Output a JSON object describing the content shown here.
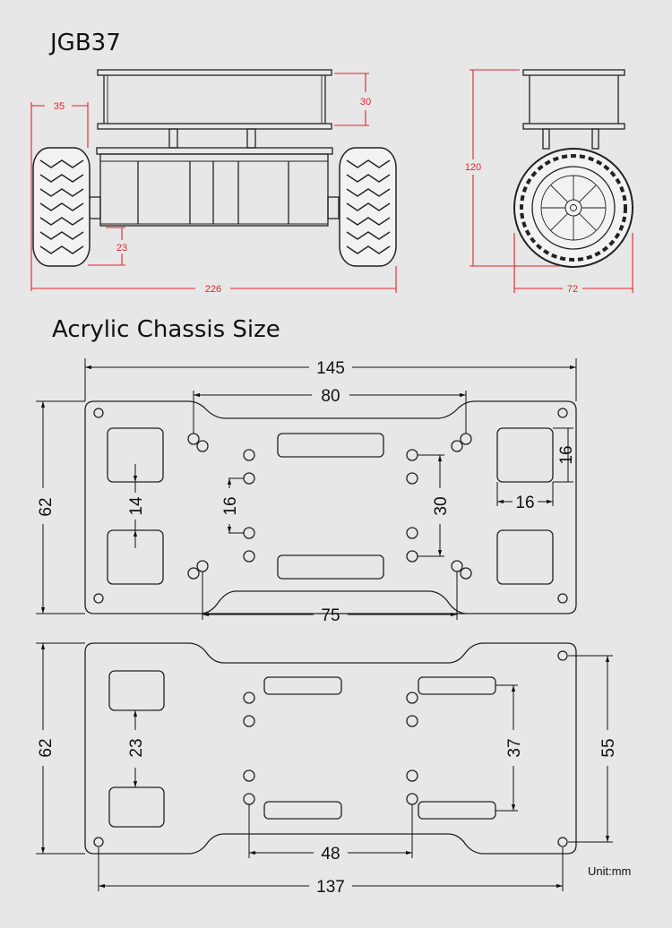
{
  "titles": {
    "motor_model": "JGB37",
    "chassis_section": "Acrylic Chassis Size",
    "unit": "Unit:mm"
  },
  "front_view": {
    "wheel_width": "35",
    "frame_height": "30",
    "ground_clearance": "23",
    "total_width": "226"
  },
  "side_view": {
    "total_height": "120",
    "wheel_diameter": "72"
  },
  "upper_plate": {
    "length": "145",
    "height": "62",
    "top_hole_spacing": "80",
    "bottom_hole_spacing": "75",
    "square_gap": "14",
    "center_hole_spacing": "16",
    "right_hole_spacing": "30",
    "square_height": "16",
    "square_width": "16"
  },
  "lower_plate": {
    "height": "62",
    "square_gap": "23",
    "slot_spacing": "37",
    "corner_hole_vertical": "55",
    "center_hole_spacing": "48",
    "corner_hole_horizontal": "137"
  },
  "colors": {
    "dimension_red": "#e0262a",
    "background": "#e7e7e7"
  }
}
